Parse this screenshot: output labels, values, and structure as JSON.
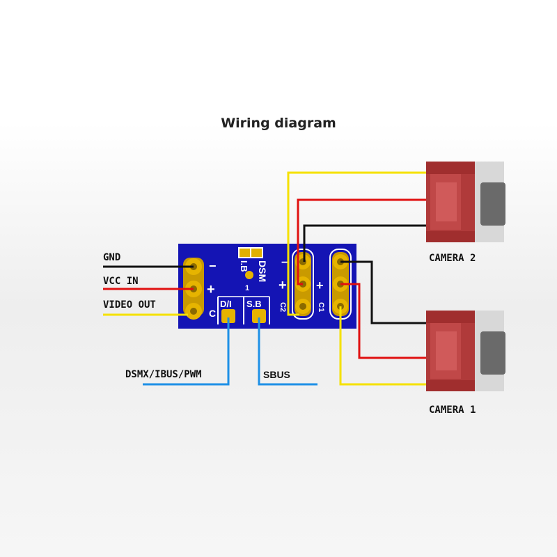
{
  "title": "Wiring diagram",
  "left_labels": {
    "gnd": "GND",
    "vcc": "VCC IN",
    "video": "VIDEO OUT"
  },
  "bottom_labels": {
    "dsmx": "DSMX/IBUS/PWM",
    "sbus": "SBUS"
  },
  "cameras": {
    "cam2": "CAMERA 2",
    "cam1": "CAMERA 1"
  },
  "board": {
    "left_pin_marks": [
      "−",
      "+",
      "C"
    ],
    "top_label": "DSM",
    "left_mid_label": "I.B",
    "number_mark": "1",
    "pad_labels": [
      "D/I",
      "S.B"
    ],
    "right_marks": [
      "−",
      "+",
      "C2",
      "+",
      "C1"
    ]
  },
  "colors": {
    "board": "#1414b4",
    "pad": "#d9a400",
    "black_wire": "#111111",
    "red_wire": "#e01010",
    "yellow_wire": "#f5e100",
    "blue_wire": "#1e90e6",
    "camera_body": "#b03a3a",
    "lens": "#6a6a6a"
  }
}
